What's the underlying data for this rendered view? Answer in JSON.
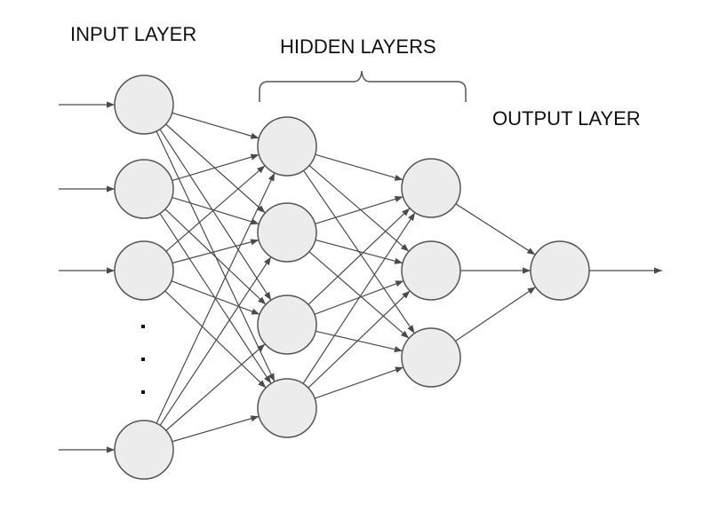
{
  "title": "Neural network architecture diagram",
  "labels": {
    "input": "INPUT LAYER",
    "hidden": "HIDDEN LAYERS",
    "output": "OUTPUT LAYER"
  },
  "colors": {
    "node_fill": "#ececec",
    "node_stroke": "#555555",
    "edge": "#4a4a4a",
    "text": "#111111",
    "background": "#ffffff"
  },
  "layers": [
    {
      "name": "input",
      "node_count_shown": 4,
      "has_ellipsis": true,
      "incoming_arrows": true
    },
    {
      "name": "hidden-1",
      "node_count_shown": 4
    },
    {
      "name": "hidden-2",
      "node_count_shown": 3
    },
    {
      "name": "output",
      "node_count_shown": 1,
      "outgoing_arrow": true
    }
  ],
  "connectivity": "fully-connected",
  "ellipsis": "· · ·"
}
